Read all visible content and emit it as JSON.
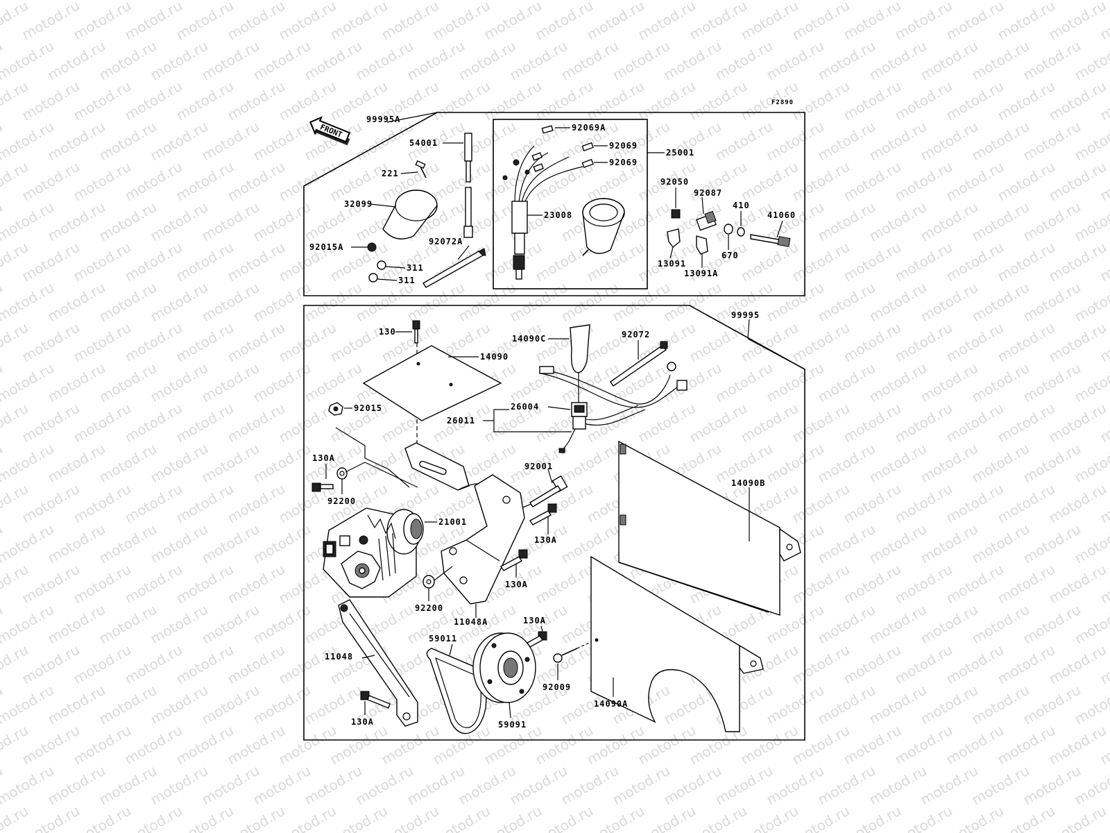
{
  "diagram_code": "F2890",
  "front_label": "FRONT",
  "watermark_text": "motod.ru",
  "kits": {
    "upper": "99995A",
    "lower": "99995"
  },
  "upper_labels": {
    "p221": "221",
    "p32099": "32099",
    "p92015A": "92015A",
    "p311a": "311",
    "p311b": "311",
    "p54001": "54001",
    "p92072A": "92072A",
    "p92069A": "92069A",
    "p92069a": "92069",
    "p92069b": "92069",
    "p25001": "25001",
    "p23008": "23008",
    "p92050": "92050",
    "p92087": "92087",
    "p410": "410",
    "p41060": "41060",
    "p670": "670",
    "p13091": "13091",
    "p13091A": "13091A"
  },
  "lower_labels": {
    "p130": "130",
    "p14090": "14090",
    "p14090C": "14090C",
    "p92072": "92072",
    "p92015": "92015",
    "p26004": "26004",
    "p26011": "26011",
    "p130A_1": "130A",
    "p92200_1": "92200",
    "p92001": "92001",
    "p14090B": "14090B",
    "p21001": "21001",
    "p130A_2": "130A",
    "p130A_3": "130A",
    "p92200_2": "92200",
    "p11048A": "11048A",
    "p130A_4": "130A",
    "p59011": "59011",
    "p11048": "11048",
    "p92009": "92009",
    "p14090A": "14090A",
    "p130A_5": "130A",
    "p59091": "59091"
  },
  "colors": {
    "line": "#000000",
    "watermark": "#d9d9d9",
    "background": "#ffffff"
  }
}
